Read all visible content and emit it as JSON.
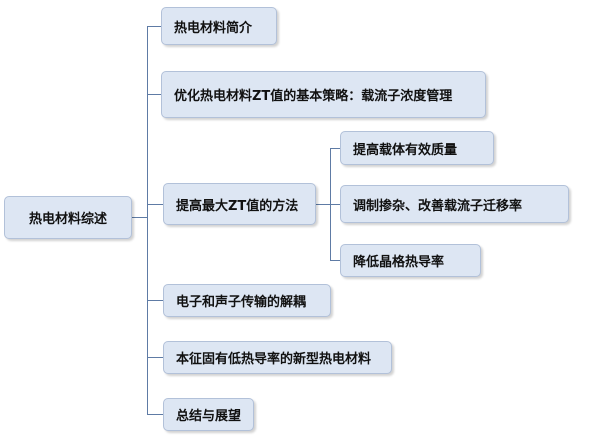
{
  "root": {
    "label": "热电材料综述"
  },
  "branches": [
    {
      "label": "热电材料简介",
      "children": []
    },
    {
      "label": "优化热电材料ZT值的基本策略：载流子浓度管理",
      "children": []
    },
    {
      "label": "提高最大ZT值的方法",
      "children": [
        {
          "label": "提高载体有效质量"
        },
        {
          "label": "调制掺杂、改善载流子迁移率"
        },
        {
          "label": "降低晶格热导率"
        }
      ]
    },
    {
      "label": "电子和声子传输的解耦",
      "children": []
    },
    {
      "label": "本征固有低热导率的新型热电材料",
      "children": []
    },
    {
      "label": "总结与展望",
      "children": []
    }
  ]
}
